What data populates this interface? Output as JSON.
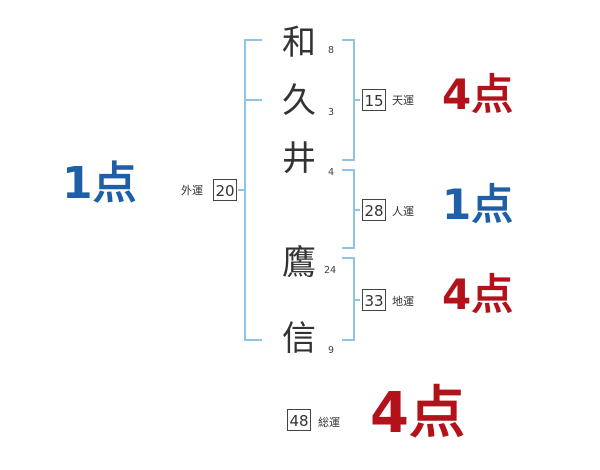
{
  "colors": {
    "bracket": "#8ec4e6",
    "good": "#1f5fa8",
    "bad": "#b3121b"
  },
  "name": {
    "characters": [
      {
        "char": "和",
        "strokes": "8"
      },
      {
        "char": "久",
        "strokes": "3"
      },
      {
        "char": "井",
        "strokes": "4"
      },
      {
        "char": "鷹",
        "strokes": "24"
      },
      {
        "char": "信",
        "strokes": "9"
      }
    ]
  },
  "fortunes": {
    "gaiun": {
      "label": "外運",
      "value": "20",
      "score": "1点"
    },
    "tenun": {
      "label": "天運",
      "value": "15",
      "score": "4点"
    },
    "jinun": {
      "label": "人運",
      "value": "28",
      "score": "1点"
    },
    "chiun": {
      "label": "地運",
      "value": "33",
      "score": "4点"
    },
    "souun": {
      "label": "総運",
      "value": "48",
      "score": "4点"
    }
  }
}
